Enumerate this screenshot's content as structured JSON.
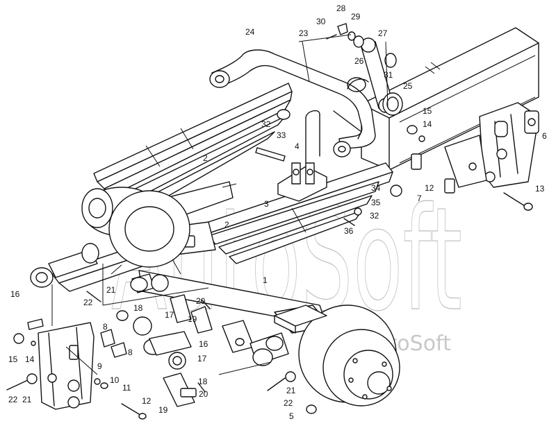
{
  "watermark": {
    "main": "AutoSoft",
    "corner": "AutoSoft"
  },
  "callouts": [
    {
      "id": "c1",
      "text": "1"
    },
    {
      "id": "c2a",
      "text": "2"
    },
    {
      "id": "c2b",
      "text": "2"
    },
    {
      "id": "c3",
      "text": "3"
    },
    {
      "id": "c4",
      "text": "4"
    },
    {
      "id": "c5",
      "text": "5"
    },
    {
      "id": "c6",
      "text": "6"
    },
    {
      "id": "c7",
      "text": "7"
    },
    {
      "id": "c8a",
      "text": "8"
    },
    {
      "id": "c8b",
      "text": "8"
    },
    {
      "id": "c9",
      "text": "9"
    },
    {
      "id": "c10",
      "text": "10"
    },
    {
      "id": "c11",
      "text": "11"
    },
    {
      "id": "c12a",
      "text": "12"
    },
    {
      "id": "c12b",
      "text": "12"
    },
    {
      "id": "c13",
      "text": "13"
    },
    {
      "id": "c14a",
      "text": "14"
    },
    {
      "id": "c14b",
      "text": "14"
    },
    {
      "id": "c15a",
      "text": "15"
    },
    {
      "id": "c15b",
      "text": "15"
    },
    {
      "id": "c16a",
      "text": "16"
    },
    {
      "id": "c16b",
      "text": "16"
    },
    {
      "id": "c17a",
      "text": "17"
    },
    {
      "id": "c17b",
      "text": "17"
    },
    {
      "id": "c18a",
      "text": "18"
    },
    {
      "id": "c18b",
      "text": "18"
    },
    {
      "id": "c19a",
      "text": "19"
    },
    {
      "id": "c19b",
      "text": "19"
    },
    {
      "id": "c20a",
      "text": "20"
    },
    {
      "id": "c20b",
      "text": "20"
    },
    {
      "id": "c21a",
      "text": "21"
    },
    {
      "id": "c21b",
      "text": "21"
    },
    {
      "id": "c21c",
      "text": "21"
    },
    {
      "id": "c22a",
      "text": "22"
    },
    {
      "id": "c22b",
      "text": "22"
    },
    {
      "id": "c22c",
      "text": "22"
    },
    {
      "id": "c23",
      "text": "23"
    },
    {
      "id": "c24",
      "text": "24"
    },
    {
      "id": "c25",
      "text": "25"
    },
    {
      "id": "c26",
      "text": "26"
    },
    {
      "id": "c27",
      "text": "27"
    },
    {
      "id": "c28",
      "text": "28"
    },
    {
      "id": "c29",
      "text": "29"
    },
    {
      "id": "c30",
      "text": "30"
    },
    {
      "id": "c31",
      "text": "31"
    },
    {
      "id": "c32a",
      "text": "32"
    },
    {
      "id": "c32b",
      "text": "32"
    },
    {
      "id": "c33",
      "text": "33"
    },
    {
      "id": "c34",
      "text": "34"
    },
    {
      "id": "c35",
      "text": "35"
    },
    {
      "id": "c36",
      "text": "36"
    }
  ]
}
